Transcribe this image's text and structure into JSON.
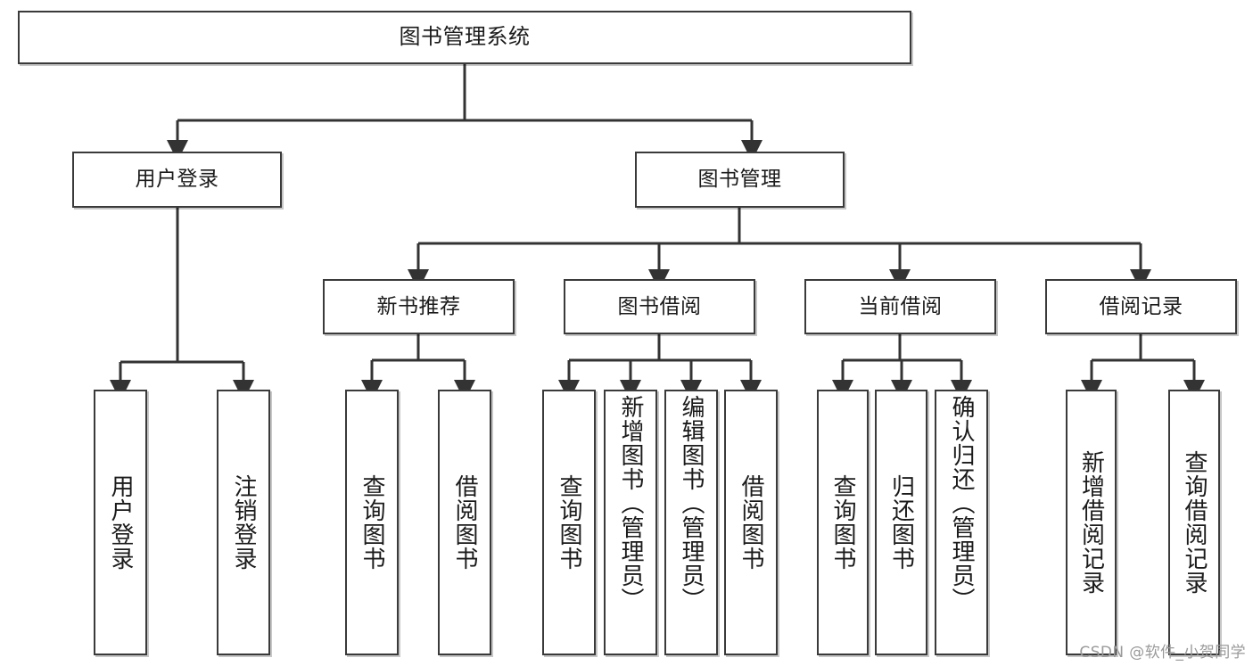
{
  "diagram": {
    "title": "图书管理系统",
    "type": "tree",
    "style": {
      "box_border_color": "#3a3a3a",
      "box_fill_color": "#ffffff",
      "connector_color": "#333333",
      "text_color": "#1b1b1b",
      "background": "#ffffff"
    },
    "root": {
      "id": "root",
      "label": "图书管理系统",
      "orientation": "horizontal"
    },
    "level2": [
      {
        "id": "user-login",
        "label": "用户登录",
        "orientation": "horizontal"
      },
      {
        "id": "book-management",
        "label": "图书管理",
        "orientation": "horizontal"
      }
    ],
    "level3": [
      {
        "id": "new-book-recommend",
        "label": "新书推荐",
        "orientation": "horizontal",
        "parent": "book-management"
      },
      {
        "id": "book-borrow",
        "label": "图书借阅",
        "orientation": "horizontal",
        "parent": "book-management"
      },
      {
        "id": "current-borrow",
        "label": "当前借阅",
        "orientation": "horizontal",
        "parent": "book-management"
      },
      {
        "id": "borrow-record",
        "label": "借阅记录",
        "orientation": "horizontal",
        "parent": "book-management"
      }
    ],
    "leaves": [
      {
        "id": "leaf-user-login",
        "label": "用户登录",
        "orientation": "vertical",
        "parent": "user-login"
      },
      {
        "id": "leaf-logout",
        "label": "注销登录",
        "orientation": "vertical",
        "parent": "user-login"
      },
      {
        "id": "leaf-query-book-1",
        "label": "查询图书",
        "orientation": "vertical",
        "parent": "new-book-recommend"
      },
      {
        "id": "leaf-borrow-book-1",
        "label": "借阅图书",
        "orientation": "vertical",
        "parent": "new-book-recommend"
      },
      {
        "id": "leaf-query-book-2",
        "label": "查询图书",
        "orientation": "vertical",
        "parent": "book-borrow"
      },
      {
        "id": "leaf-add-book",
        "label": "新增图书（管理员）",
        "orientation": "vertical",
        "parent": "book-borrow"
      },
      {
        "id": "leaf-edit-book",
        "label": "编辑图书（管理员）",
        "orientation": "vertical",
        "parent": "book-borrow"
      },
      {
        "id": "leaf-borrow-book-2",
        "label": "借阅图书",
        "orientation": "vertical",
        "parent": "book-borrow"
      },
      {
        "id": "leaf-query-book-3",
        "label": "查询图书",
        "orientation": "vertical",
        "parent": "current-borrow"
      },
      {
        "id": "leaf-return-book",
        "label": "归还图书",
        "orientation": "vertical",
        "parent": "current-borrow"
      },
      {
        "id": "leaf-confirm-return",
        "label": "确认归还（管理员）",
        "orientation": "vertical",
        "parent": "current-borrow"
      },
      {
        "id": "leaf-add-record",
        "label": "新增借阅记录",
        "orientation": "vertical",
        "parent": "borrow-record"
      },
      {
        "id": "leaf-query-record",
        "label": "查询借阅记录",
        "orientation": "vertical",
        "parent": "borrow-record"
      }
    ]
  },
  "watermark": {
    "text": "CSDN @软件_小贺同学"
  }
}
